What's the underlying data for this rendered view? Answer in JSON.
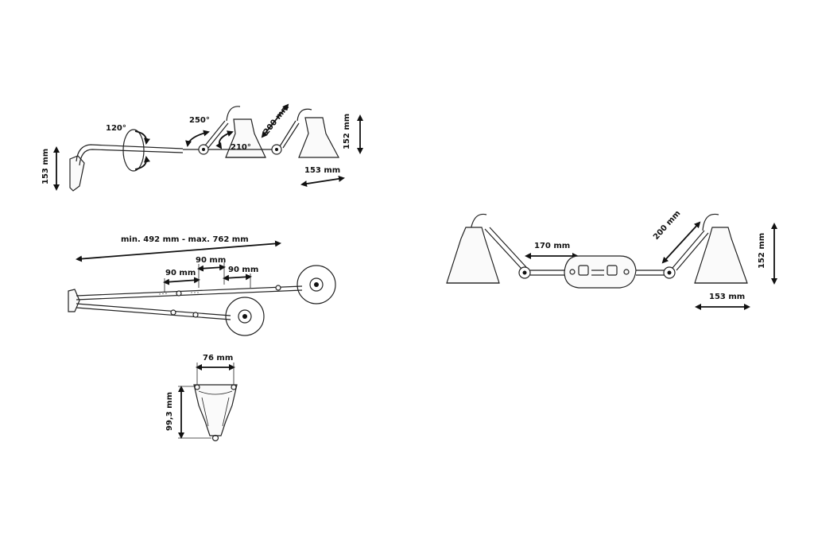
{
  "wall_lamp_side": {
    "angle_base": "120°",
    "angle_arm": "250°",
    "angle_head": "210°",
    "arm_length": "200 mm",
    "shade_height": "152 mm",
    "shade_width": "153 mm",
    "mount_height": "153 mm"
  },
  "wall_lamp_top": {
    "reach": "min. 492 mm - max. 762 mm",
    "segment_1": "90 mm",
    "segment_2": "90 mm",
    "segment_3": "90 mm"
  },
  "wall_plate": {
    "width": "76 mm",
    "height": "99,3 mm"
  },
  "double_lamp": {
    "center_span": "170 mm",
    "arm_length": "200 mm",
    "shade_height": "152 mm",
    "shade_width": "153 mm"
  }
}
